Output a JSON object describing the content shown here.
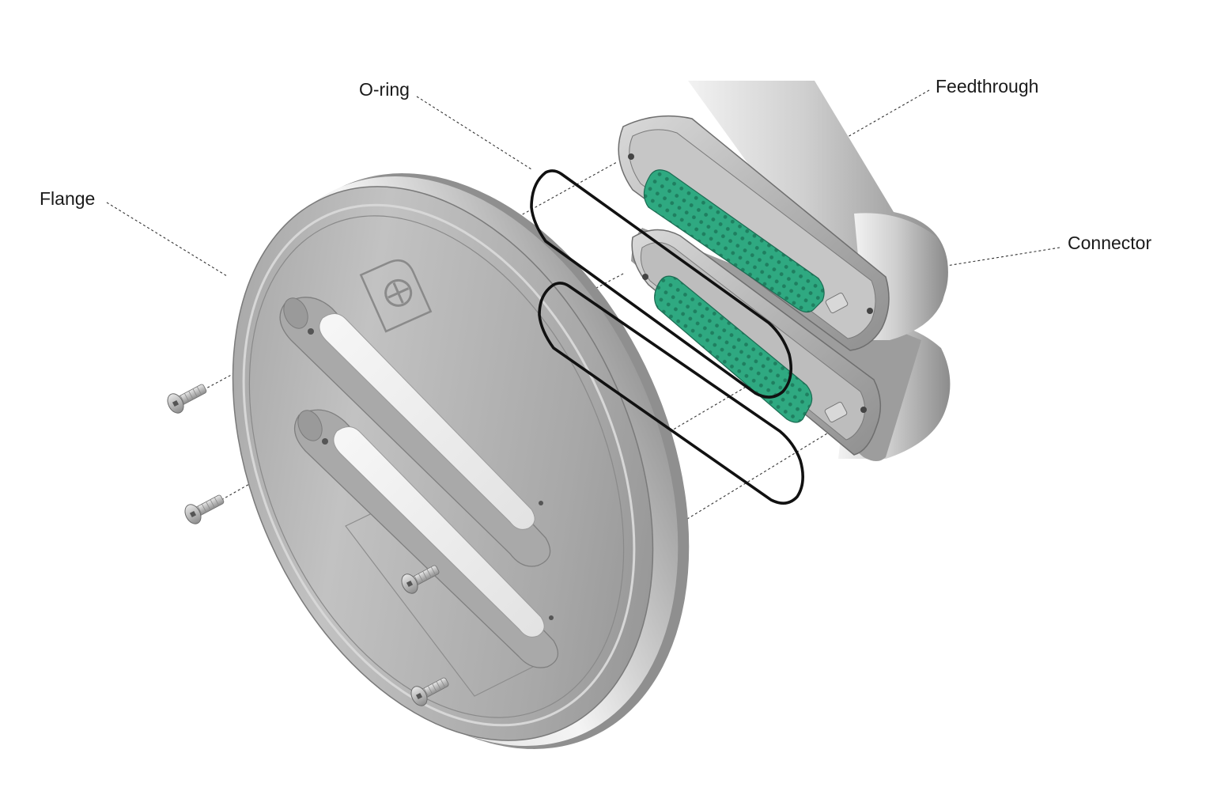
{
  "labels": {
    "flange": "Flange",
    "oring": "O-ring",
    "feedthrough": "Feedthrough",
    "connector": "Connector"
  },
  "colors": {
    "metal_light": "#e6e6e6",
    "metal_mid": "#b5b5b5",
    "metal_dark": "#7d7d7d",
    "connector_green": "#2fa981",
    "oring_black": "#111111",
    "leader_line": "#333333"
  },
  "icons": {
    "logo": "feedthrough-brand-logo"
  }
}
